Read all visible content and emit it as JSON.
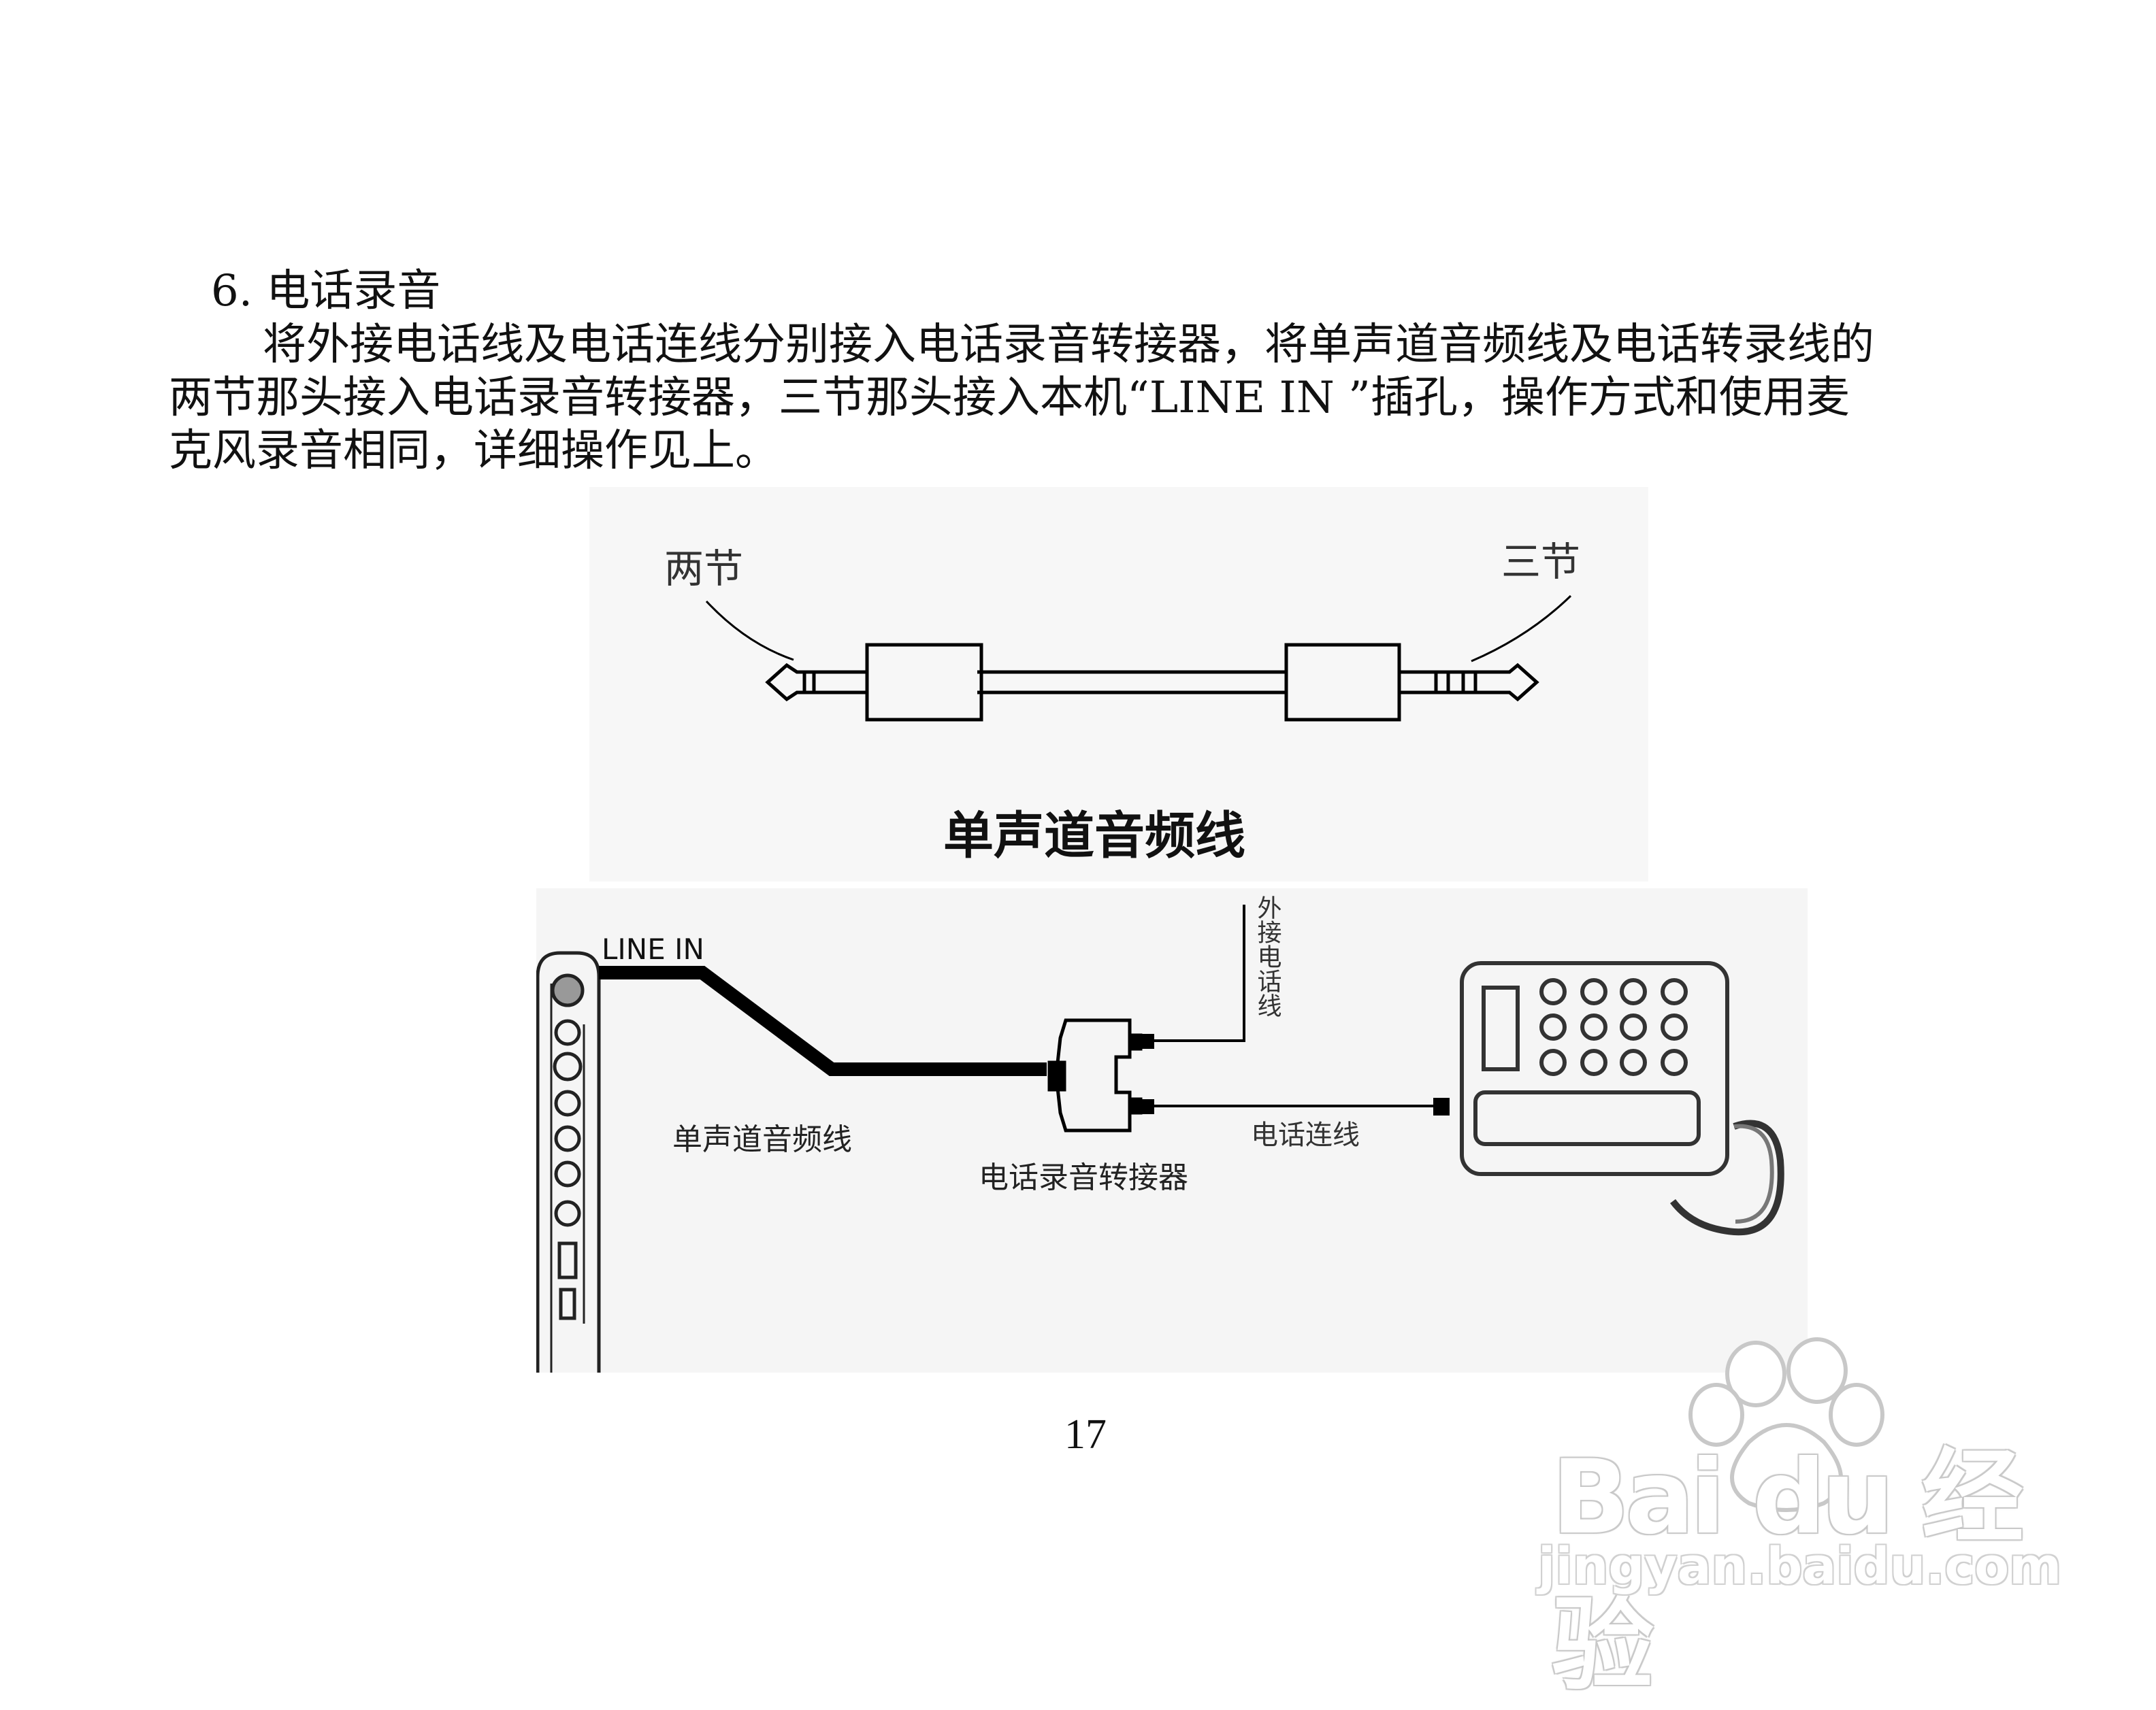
{
  "section": {
    "heading": "6. 电话录音",
    "paragraph_lines": [
      "将外接电话线及电话连线分别接入电话录音转接器，将单声道音频线及电话转录线的",
      "两节那头接入电话录音转接器，三节那头接入本机“LINE IN ”插孔，操作方式和使用麦",
      "克风录音相同，详细操作见上。"
    ]
  },
  "figure_cable": {
    "left_label": "两节",
    "right_label": "三节",
    "caption": "单声道音频线"
  },
  "figure_connection": {
    "jack_label": "LINE IN",
    "cable_label": "单声道音频线",
    "adapter_label": "电话录音转接器",
    "external_line_label": "外接电话线",
    "phone_cord_label": "电话连线"
  },
  "page_number": "17",
  "watermark": {
    "brand": "Bai du 经验",
    "url": "jingyan.baidu.com"
  }
}
